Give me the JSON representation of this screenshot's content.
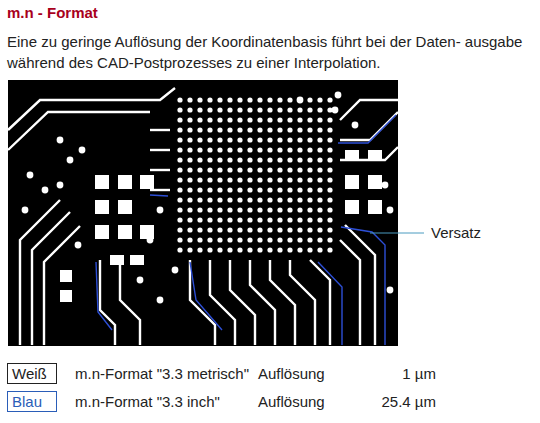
{
  "diagram": {
    "title": "m.n - Format",
    "caption": "Eine zu geringe Auflösung der Koordinatenbasis führt bei der Daten- ausgabe während des CAD-Postprozesses zu einer Interpolation.",
    "nodes": [
      {
        "text": [
          "Weiß"
        ]
      },
      {
        "text": [
          "Blau"
        ]
      }
    ],
    "labels": [
      "Versatz",
      "m.n-Format \"3.3 metrisch\"",
      "Auflösung",
      "1 µm",
      "m.n-Format \"3.3 inch\"",
      "Auflösung",
      "25.4 µm"
    ]
  }
}
